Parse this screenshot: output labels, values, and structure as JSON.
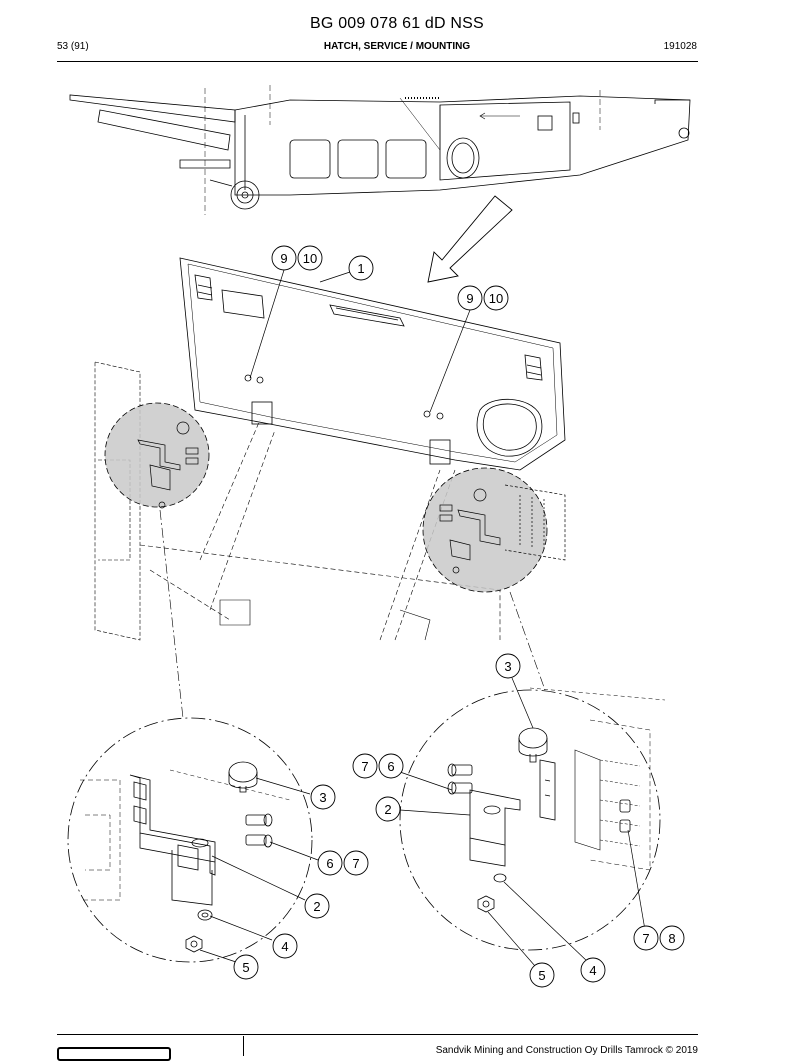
{
  "header": {
    "title": "BG 009 078 61 dD NSS",
    "page": "53 (91)",
    "section": "HATCH, SERVICE / MOUNTING",
    "date": "191028"
  },
  "callouts": [
    {
      "id": "c-9a",
      "label": "9"
    },
    {
      "id": "c-10a",
      "label": "10"
    },
    {
      "id": "c-1",
      "label": "1"
    },
    {
      "id": "c-9b",
      "label": "9"
    },
    {
      "id": "c-10b",
      "label": "10"
    },
    {
      "id": "c-3a",
      "label": "3"
    },
    {
      "id": "c-7a",
      "label": "7"
    },
    {
      "id": "c-6a",
      "label": "6"
    },
    {
      "id": "c-2a",
      "label": "2"
    },
    {
      "id": "c-3b",
      "label": "3"
    },
    {
      "id": "c-6b",
      "label": "6"
    },
    {
      "id": "c-7b",
      "label": "7"
    },
    {
      "id": "c-2b",
      "label": "2"
    },
    {
      "id": "c-4a",
      "label": "4"
    },
    {
      "id": "c-5a",
      "label": "5"
    },
    {
      "id": "c-7c",
      "label": "7"
    },
    {
      "id": "c-8",
      "label": "8"
    },
    {
      "id": "c-5b",
      "label": "5"
    },
    {
      "id": "c-4b",
      "label": "4"
    }
  ],
  "footer": {
    "copyright": "Sandvik Mining and Construction Oy Drills Tamrock © 2019"
  }
}
